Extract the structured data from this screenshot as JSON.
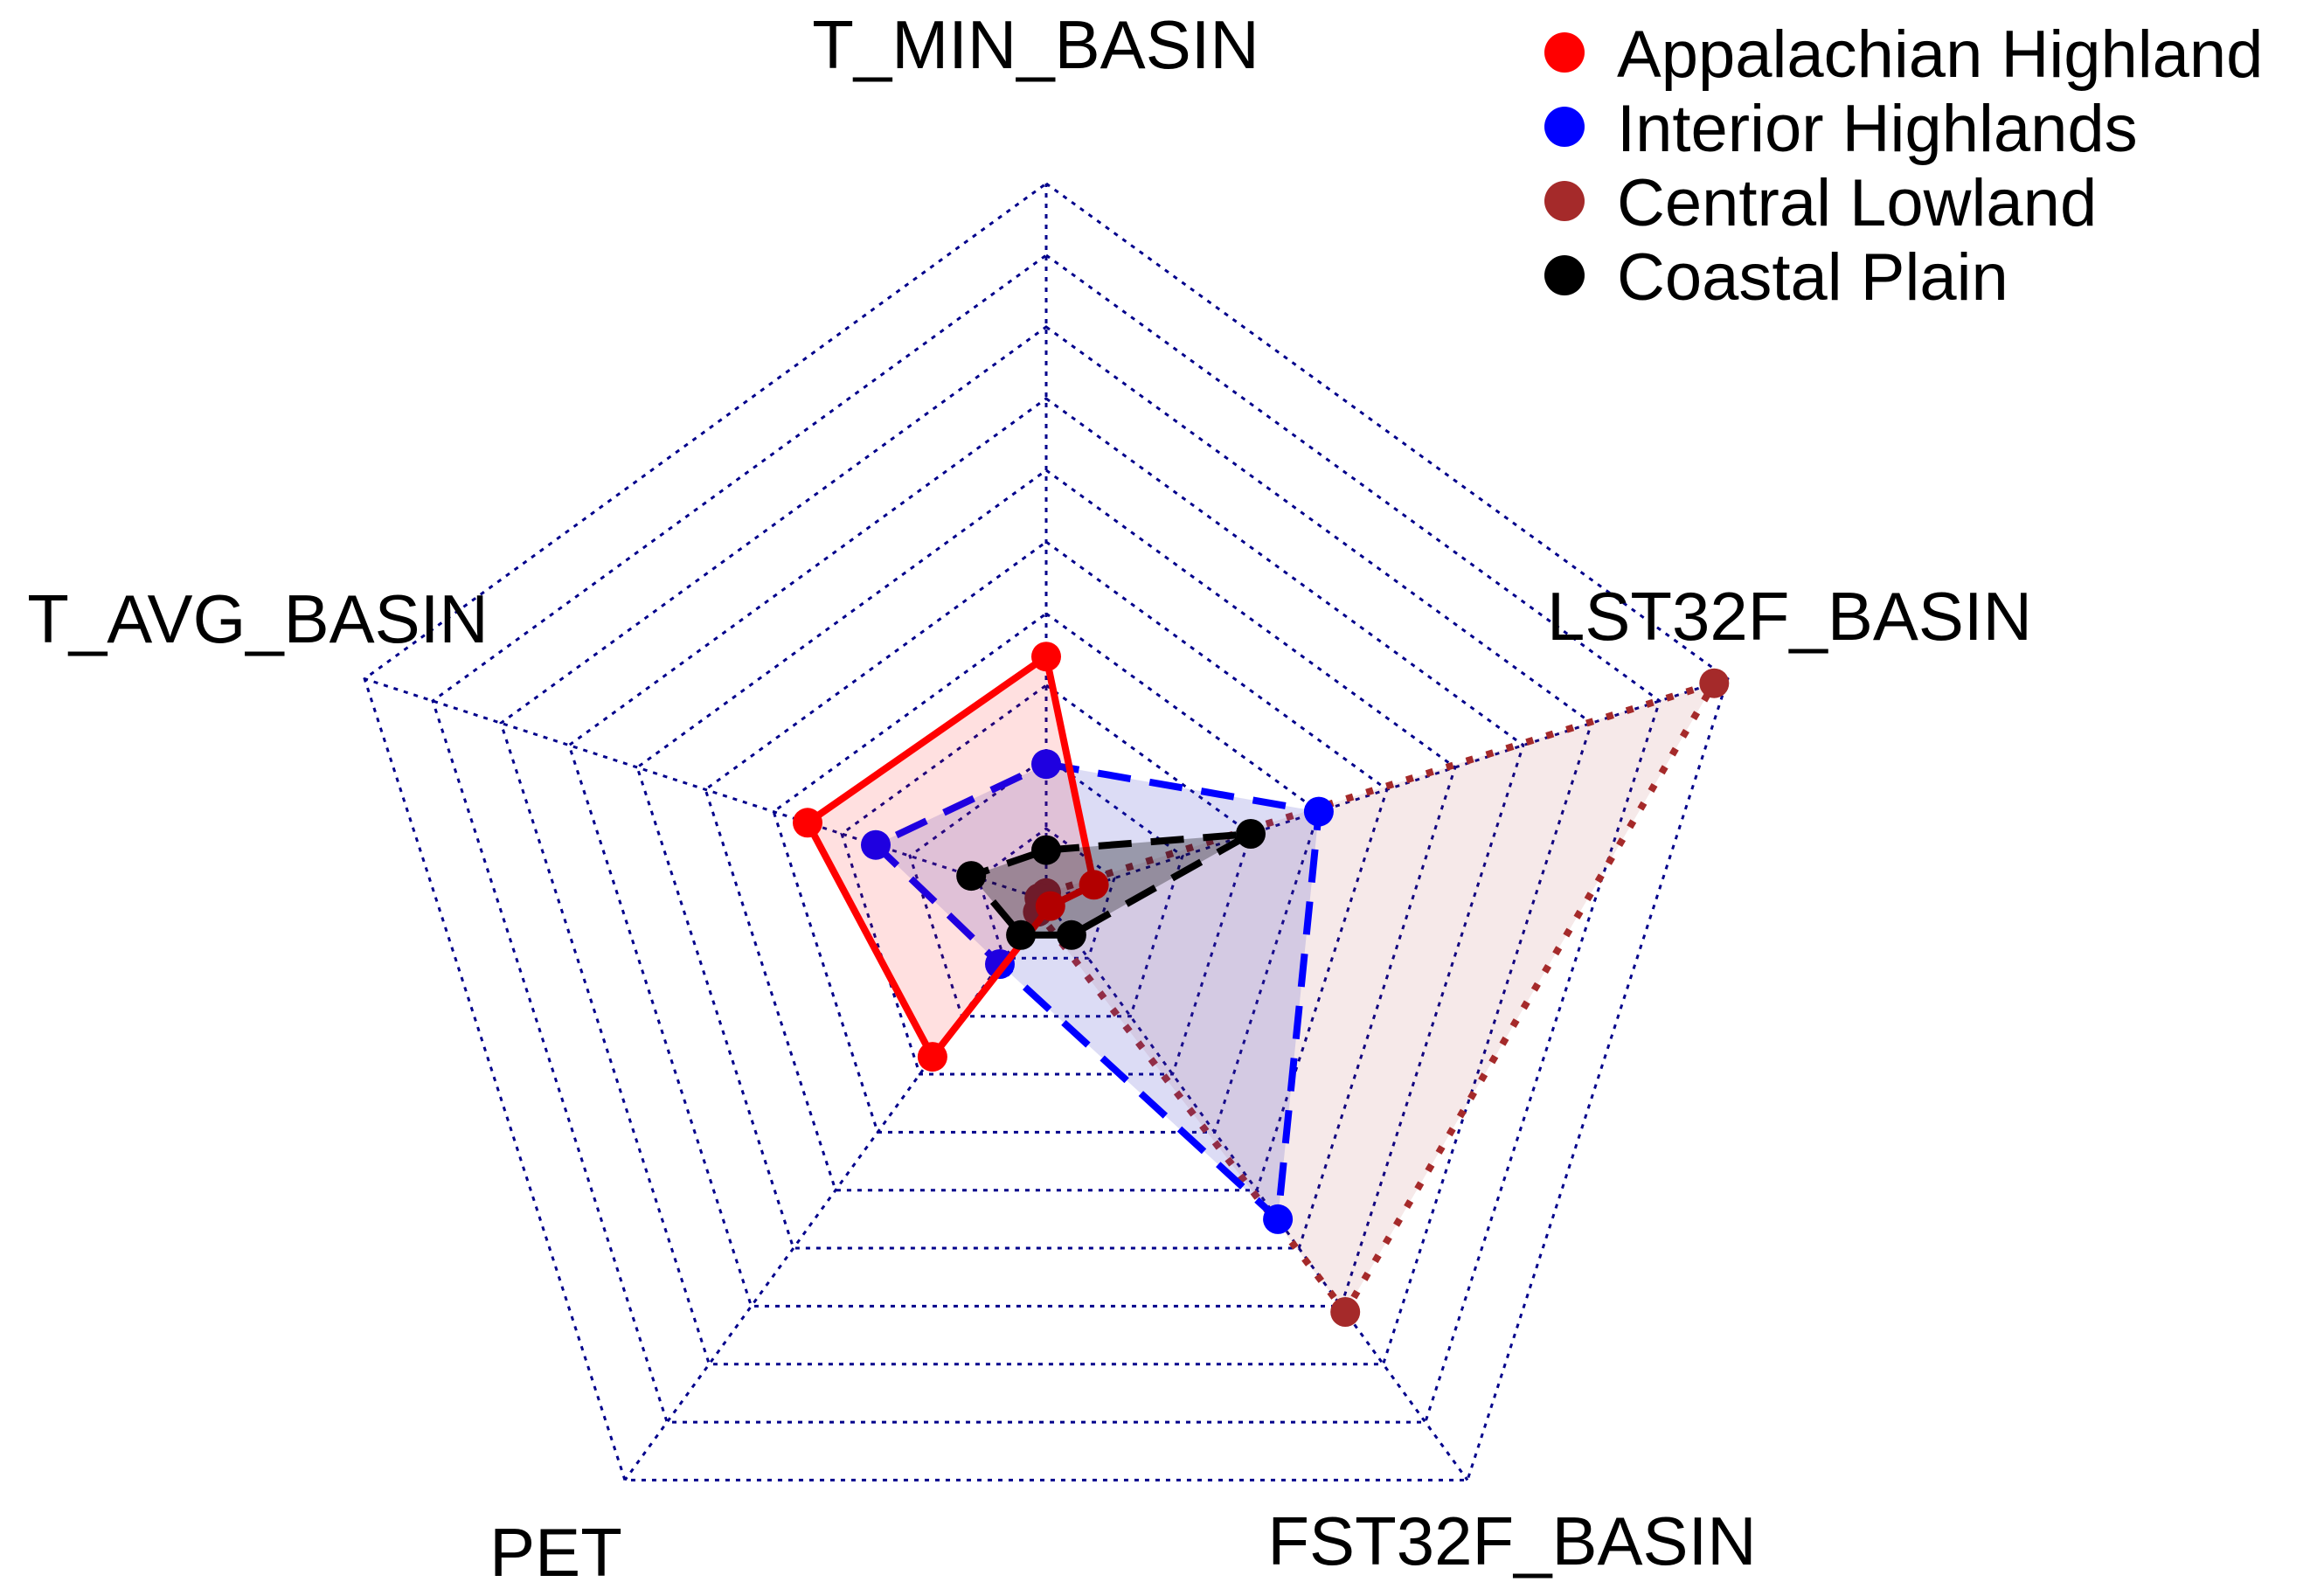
{
  "chart_data": {
    "type": "radar",
    "axes": [
      "T_MIN_BASIN",
      "LST32F_BASIN",
      "FST32F_BASIN",
      "PET",
      "T_AVG_BASIN"
    ],
    "scale": {
      "min": 0,
      "max": 1,
      "rings": 10
    },
    "grid": {
      "style": "dotted",
      "color": "#00008B"
    },
    "legend": {
      "position": "top-right"
    },
    "series": [
      {
        "name": "Appalachian Highland",
        "color": "#FF0000",
        "line_style": "solid",
        "fill": "rgba(255,0,0,0.12)",
        "values": [
          0.34,
          0.07,
          0.01,
          0.27,
          0.35
        ]
      },
      {
        "name": "Interior Highlands",
        "color": "#0000FF",
        "line_style": "dashed",
        "fill": "rgba(60,60,200,0.18)",
        "values": [
          0.19,
          0.4,
          0.55,
          0.11,
          0.25
        ]
      },
      {
        "name": "Central Lowland",
        "color": "#A52A2A",
        "line_style": "dotted",
        "fill": "rgba(165,42,42,0.10)",
        "values": [
          0.01,
          0.98,
          0.71,
          0.02,
          0.01
        ]
      },
      {
        "name": "Coastal Plain",
        "color": "#000000",
        "line_style": "dashed",
        "fill": "rgba(0,0,0,0.30)",
        "values": [
          0.07,
          0.3,
          0.06,
          0.06,
          0.11
        ]
      }
    ]
  }
}
